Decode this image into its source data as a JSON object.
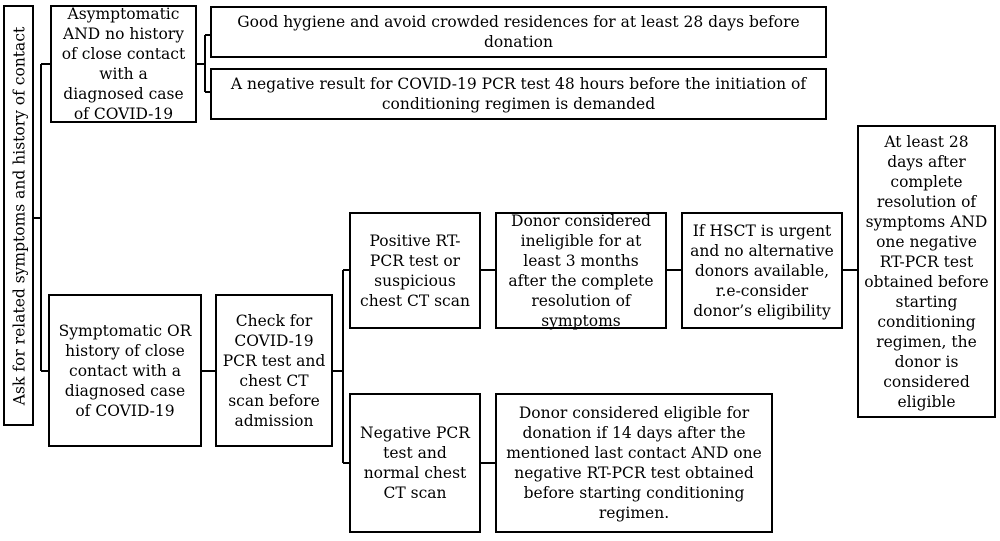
{
  "root_label": "Ask for related symptoms and history of contact",
  "asymptomatic": {
    "condition": "Asymptomatic AND no history of close contact with a diagnosed case of COVID-19",
    "hygiene": "Good hygiene and avoid crowded residences for at least 28 days before donation",
    "pcr_48h": "A negative result for COVID-19 PCR test 48 hours before the initiation of conditioning regimen is demanded"
  },
  "symptomatic": {
    "condition": "Symptomatic OR history of close contact with a diagnosed case of COVID-19",
    "check": "Check for COVID-19 PCR test and chest CT scan before admission",
    "positive": {
      "result": "Positive RT-PCR test or suspicious chest CT scan",
      "ineligible": "Donor considered ineligible for at least 3 months after the complete resolution of symptoms",
      "urgent": "If HSCT is urgent and no alternative donors available, r.e-consider donor’s eligibility",
      "final": "At least 28 days after complete resolution of symptoms AND one negative RT-PCR test obtained before starting conditioning regimen, the donor is considered eligible"
    },
    "negative": {
      "result": "Negative PCR test and normal chest CT scan",
      "eligible": "Donor considered eligible for donation if 14 days after the mentioned last contact AND one negative RT-PCR test obtained before starting conditioning regimen."
    }
  }
}
